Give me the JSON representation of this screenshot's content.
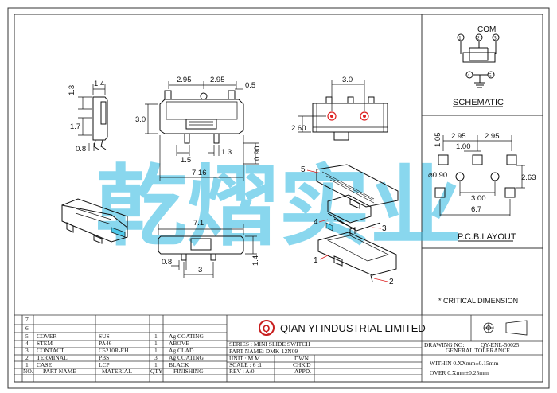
{
  "company": {
    "name": "QIAN YI INDUSTRIAL LIMITED",
    "logo_letter": "Q"
  },
  "watermark": "乾熠实业",
  "critical_note": "* CRITICAL DIMENSION",
  "schematic": {
    "title": "SCHEMATIC",
    "com_label": "COM",
    "pins_top": [
      "1",
      "2",
      "3"
    ],
    "pins_bottom": [
      "4",
      "5"
    ]
  },
  "pcb": {
    "title": "P.C.B.LAYOUT",
    "dims": [
      "2.95",
      "2.95",
      "1.00",
      "1.05",
      "⌀0.90",
      "2.63",
      "3.00",
      "6.7"
    ]
  },
  "front_view": {
    "dims": [
      "2.95",
      "2.95",
      "0.5",
      "3.0",
      "1.5",
      "1.3",
      "0.90",
      "7.16"
    ]
  },
  "side_view": {
    "dims": [
      "1.4",
      "1.3",
      "1.7",
      "0.8"
    ]
  },
  "top_view": {
    "dims": [
      "3.0",
      "2.60"
    ]
  },
  "bottom_view": {
    "dims": [
      "7.1",
      "0.8",
      "3",
      "1.4"
    ]
  },
  "callouts": [
    "5",
    "4",
    "3",
    "1",
    "2"
  ],
  "bom": {
    "rows": [
      {
        "no": "7",
        "part": "",
        "material": "",
        "qty": "",
        "finishing": ""
      },
      {
        "no": "6",
        "part": "",
        "material": "",
        "qty": "",
        "finishing": ""
      },
      {
        "no": "5",
        "part": "COVER",
        "material": "SUS",
        "qty": "1",
        "finishing": "Ag COATING"
      },
      {
        "no": "4",
        "part": "STEM",
        "material": "PA46",
        "qty": "1",
        "finishing": "ABOVE"
      },
      {
        "no": "3",
        "part": "CONTACT",
        "material": "C5210R-EH",
        "qty": "1",
        "finishing": "Ag  CLAD"
      },
      {
        "no": "2",
        "part": "TERMINAL",
        "material": "PBS",
        "qty": "3",
        "finishing": "Ag COATING"
      },
      {
        "no": "1",
        "part": "CASE",
        "material": "LCP",
        "qty": "1",
        "finishing": "BLACK"
      }
    ],
    "header": {
      "no": "NO.",
      "part": "PART NAME",
      "material": "MATERIAL",
      "qty": "QTY",
      "finishing": "FINISHING"
    }
  },
  "title_block": {
    "series": "SERIES : MINI SLIDE SWITCH",
    "part_name": "PART NAME: DMK-12N09",
    "unit": "UNIT : M M",
    "scale": "SCALE : 6 :1",
    "rev": "REV  : A/0",
    "dwn": "DWN.",
    "chkd": "CHK'D",
    "appd": "APPD.",
    "drawing_no_label": "DRAWING NO:",
    "drawing_no": "QY-ENL-50025",
    "general_tolerance": "GENERAL TOLERANCE",
    "tol_within": "WITHIN 0.XXmm±0.15mm",
    "tol_over": "OVER   0.Xmm±0.25mm"
  }
}
